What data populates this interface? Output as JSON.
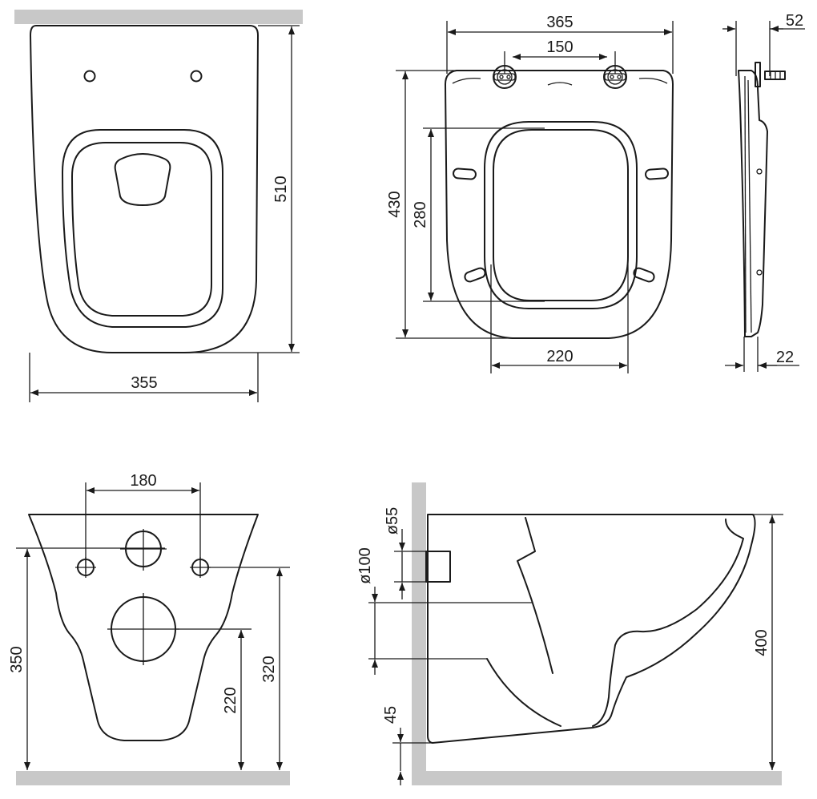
{
  "views": {
    "seat_top": {
      "width_label": "355",
      "height_label": "510"
    },
    "bowl_top": {
      "overall_width": "365",
      "hinge_spacing": "150",
      "depth": "430",
      "opening_length": "280",
      "opening_width": "220"
    },
    "seat_side": {
      "hinge_width": "52",
      "thickness": "22"
    },
    "front": {
      "fixing_spacing": "180",
      "fixing_height": "350",
      "inlet_height": "320",
      "outlet_height": "220"
    },
    "side": {
      "inlet_diameter": "ø55",
      "outlet_diameter": "ø100",
      "base_offset": "45",
      "bowl_height": "400"
    }
  },
  "colors": {
    "line": "#1a1a1a",
    "wall": "#c8c8c8",
    "background": "#ffffff"
  }
}
